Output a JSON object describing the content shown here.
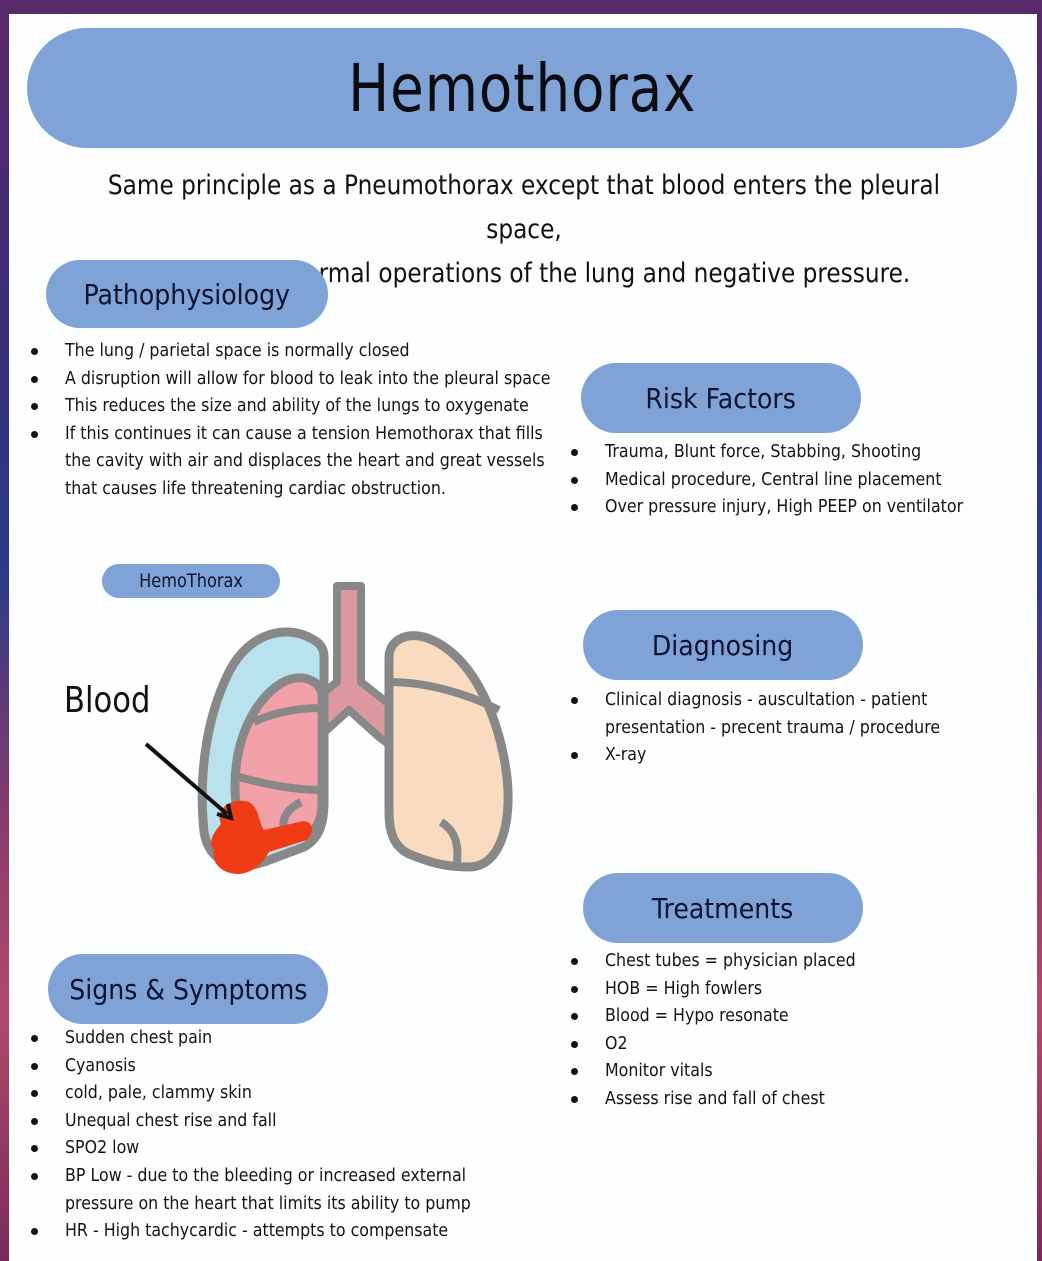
{
  "title": "Hemothorax",
  "intro": {
    "line1": "Same principle as a Pneumothorax except that blood enters the pleural space,",
    "line2": "and disrupts normal operations of the lung and negative pressure."
  },
  "colors": {
    "pill": "#7fa3d6",
    "blood": "#f03c14",
    "affected_lung": "#f2a1a8",
    "pleural_fluid": "#b9e2ef",
    "healthy_lung": "#f9dcc0",
    "outline": "#888888",
    "trachea": "#dc9aa0"
  },
  "sections": {
    "pathophysiology": {
      "heading": "Pathophysiology",
      "items": [
        "The lung / parietal space is normally closed",
        "A disruption will allow for blood to leak into the pleural space",
        "This reduces the size and ability of the lungs to oxygenate",
        "If this continues it can cause a tension Hemothorax that fills",
        "the cavity with air and displaces the heart and great vessels",
        "that causes life threatening cardiac obstruction."
      ]
    },
    "risk_factors": {
      "heading": "Risk Factors",
      "items": [
        "Trauma, Blunt force, Stabbing, Shooting",
        "Medical procedure, Central line placement",
        "Over pressure injury, High PEEP on ventilator"
      ]
    },
    "diagnosing": {
      "heading": "Diagnosing",
      "items": [
        "Clinical diagnosis - auscultation - patient",
        "presentation - precent trauma / procedure",
        "X-ray"
      ]
    },
    "treatments": {
      "heading": "Treatments",
      "items": [
        "Chest tubes = physician placed",
        "HOB = High fowlers",
        "Blood = Hypo resonate",
        "O2",
        "Monitor vitals",
        "Assess rise and fall of chest"
      ]
    },
    "signs_symptoms": {
      "heading": "Signs & Symptoms",
      "items": [
        "Sudden chest pain",
        "Cyanosis",
        "cold, pale, clammy skin",
        "Unequal chest rise and fall",
        "SPO2 low",
        "BP Low - due to the bleeding or increased external",
        "pressure on the heart that limits its ability to pump",
        "HR - High tachycardic - attempts to compensate"
      ]
    }
  },
  "illustration": {
    "label": "HemoThorax",
    "annotation": "Blood"
  }
}
